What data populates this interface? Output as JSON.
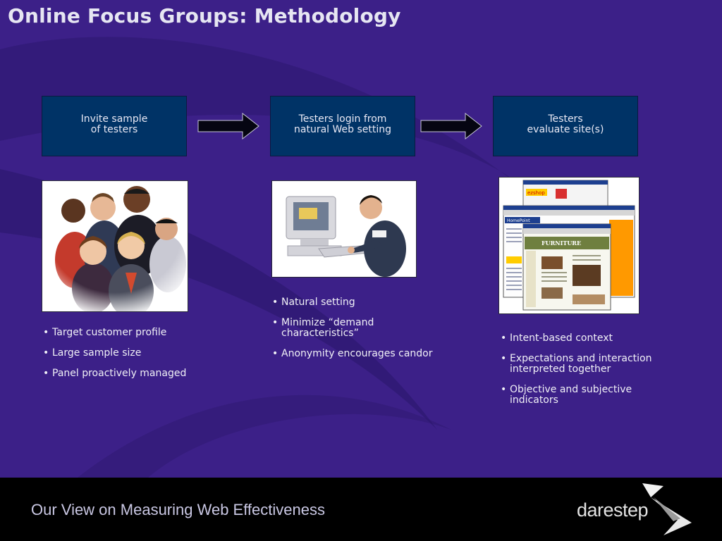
{
  "title": "Online Focus Groups: Methodology",
  "steps": [
    {
      "line1": "Invite sample",
      "line2": "of testers"
    },
    {
      "line1": "Testers login from",
      "line2": "natural Web setting"
    },
    {
      "line1": "Testers",
      "line2": "evaluate site(s)"
    }
  ],
  "columns": [
    {
      "bullets": [
        "Target customer profile",
        "Large sample size",
        "Panel proactively managed"
      ]
    },
    {
      "bullets": [
        "Natural setting",
        "Minimize “demand characteristics”",
        "Anonymity encourages candor"
      ]
    },
    {
      "bullets": [
        "Intent-based context",
        "Expectations and interaction interpreted together",
        "Objective and subjective indicators"
      ]
    }
  ],
  "screenshot_labels": {
    "brand1": "ezshop",
    "brand2": "HomePoint",
    "brand3": "FURNITURE"
  },
  "footer": {
    "tagline": "Our View on Measuring Web Effectiveness",
    "logo": "darestep"
  },
  "colors": {
    "background": "#3c2088",
    "step_box": "#003366",
    "footer": "#000000",
    "site_orange": "#ff9900"
  }
}
